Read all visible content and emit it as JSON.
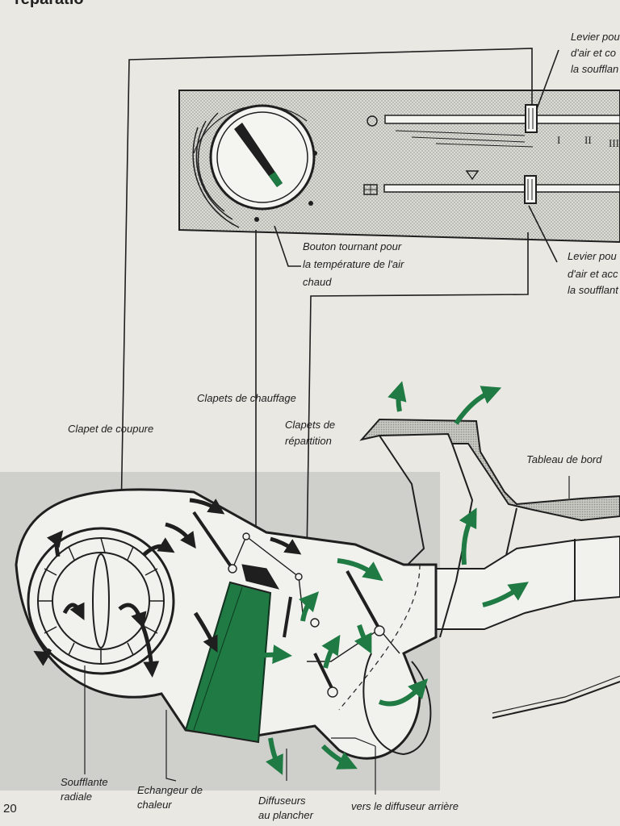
{
  "page": {
    "number": "20",
    "heading_fragment": "réparatio"
  },
  "diagram": {
    "colors": {
      "background": "#e9e8e3",
      "shade": "#cfcfcb",
      "line": "#1f1f1f",
      "green": "#1f7a43",
      "panel": "#d8d8d4"
    },
    "labels": {
      "levier_top_1": "Levier pou",
      "levier_top_2": "d'air et co",
      "levier_top_3": "la soufflan",
      "levier_mid_1": "Levier pou",
      "levier_mid_2": "d'air et acc",
      "levier_mid_3": "la soufflant",
      "bouton_1": "Bouton tournant pour",
      "bouton_2": "la température de l'air",
      "bouton_3": "chaud",
      "clapets_chauffage": "Clapets de chauffage",
      "clapets_repartition_1": "Clapets de",
      "clapets_repartition_2": "répartition",
      "clapet_coupure": "Clapet de coupure",
      "tableau_de_bord": "Tableau de bord",
      "soufflante_1": "Soufflante",
      "soufflante_2": "radiale",
      "echangeur_1": "Echangeur de",
      "echangeur_2": "chaleur",
      "diffuseurs_1": "Diffuseurs",
      "diffuseurs_2": "au plancher",
      "diffuseur_arriere": "vers le diffuseur arrière"
    },
    "slider_marks": {
      "mark_1": "I",
      "mark_2": "II",
      "mark_3": "III"
    }
  }
}
